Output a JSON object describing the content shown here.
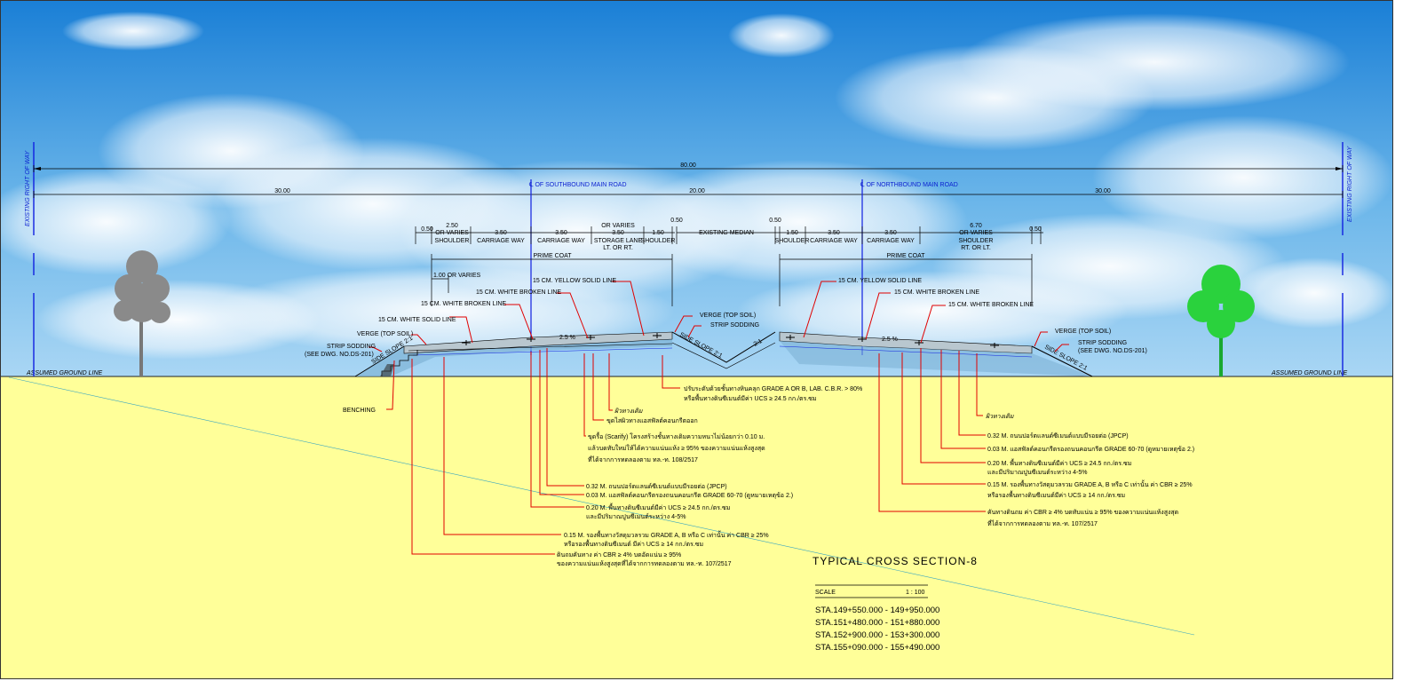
{
  "row_labels": {
    "right_of_way_left": "EXISTING RIGHT OF WAY",
    "right_of_way_right": "EXISTING RIGHT OF WAY",
    "total_width": "80.00",
    "left_width": "30.00",
    "median_width": "20.00",
    "right_width": "30.00",
    "southbound_cl": "℄ OF SOUTHBOUND MAIN ROAD",
    "northbound_cl": "℄ OF NORTHBOUND MAIN ROAD"
  },
  "lanes_left": {
    "d1": "0.50",
    "d2": "2.50",
    "d2b": "OR VARIES",
    "shoulder": "SHOULDER",
    "d3": "3.50",
    "cw1": "CARRIAGE WAY",
    "d4": "3.50",
    "cw2": "CARRIAGE WAY",
    "d5a": "OR VARIES",
    "d5": "3.50",
    "storage": "STORAGE LANE",
    "storage2": "LT. OR RT.",
    "d6": "1.50",
    "shoulder2": "SHOULDER",
    "d7": "0.50",
    "prime_coat": "PRIME COAT",
    "varies": "1.00 OR VARIES"
  },
  "median": {
    "label": "EXISTING MEDIAN",
    "d1": "0.50"
  },
  "lanes_right": {
    "d1": "1.50",
    "shoulder": "SHOULDER",
    "d2": "3.50",
    "cw1": "CARRIAGE WAY",
    "d3": "3.50",
    "cw2": "CARRIAGE WAY",
    "d4": "6.70",
    "d4b": "OR VARIES",
    "shoulder2": "SHOULDER",
    "shoulder2b": "RT. OR LT.",
    "d5": "0.50",
    "prime_coat": "PRIME COAT"
  },
  "callouts": {
    "yellow_left": "15 CM. YELLOW SOLID LINE",
    "white_broken_left1": "15 CM. WHITE BROKEN LINE",
    "white_broken_left2": "15 CM. WHITE BROKEN LINE",
    "white_solid_left": "15 CM. WHITE SOLID LINE",
    "verge_left": "VERGE (TOP SOIL)",
    "strip_left": "STRIP SODDING",
    "strip_left_ref": "(SEE DWG. NO.DS-201)",
    "verge_med": "VERGE (TOP SOIL)",
    "strip_med": "STRIP SODDING",
    "yellow_right": "15 CM. YELLOW SOLID LINE",
    "white_broken_right1": "15 CM. WHITE BROKEN LINE",
    "white_broken_right2": "15 CM. WHITE BROKEN LINE",
    "verge_right": "VERGE (TOP SOIL)",
    "strip_right": "STRIP SODDING",
    "strip_right_ref": "(SEE DWG. NO.DS-201)",
    "side_slope": "SIDE SLOPE 2:1",
    "ratio": "2:1",
    "cross_slope": "2.5 %",
    "benching": "BENCHING",
    "ground_left": "ASSUMED GROUND LINE",
    "ground_right": "ASSUMED GROUND LINE"
  },
  "notes_left": {
    "n1a": "ปรับระดับด้วยชั้นทางหินคลุก GRADE A OR B, LAB. C.B.R. > 80%",
    "n1b": "หรือพื้นทางดินซีเมนต์มีค่า UCS ≥ 24.5 กก./ตร.ซม",
    "n2": "ผิวทางเดิม",
    "n3": "ขุดไสผิวทางแอสฟัลต์คอนกรีตออก",
    "n4a": "ขุดรื้อ (Scarify) โครงสร้างชั้นทางเดิมความหนาไม่น้อยกว่า 0.10 ม.",
    "n4b": "แล้วบดทับใหม่ให้ได้ความแน่นแห้ง ≥ 95% ของความแน่นแห้งสูงสุด",
    "n4c": "ที่ได้จากการทดลองตาม ทล.-ท. 108/2517",
    "n5": "0.32 M. ถนนปอร์ตแลนด์ซีเมนต์แบบมีรอยต่อ (JPCP)",
    "n6": "0.03 M. แอสฟัลต์คอนกรีตรองถนนคอนกรีต GRADE 60-70 (ดูหมายเหตุข้อ 2.)",
    "n7a": "0.20 M. พื้นทางดินซีเมนต์มีค่า UCS ≥ 24.5 กก./ตร.ซม",
    "n7b": "และมีปริมาณปูนซีเมนต์ระหว่าง 4-5%",
    "n8a": "0.15 M. รองพื้นทางวัสดุมวลรวม GRADE A, B หรือ C เท่านั้น ค่า CBR ≥ 25%",
    "n8b": "หรือรองพื้นทางดินซีเมนต์ มีค่า UCS ≥ 14 กก./ตร.ซม",
    "n9a": "ดินถมคันทาง ค่า CBR ≥ 4% บดอัดแน่น ≥ 95%",
    "n9b": "ของความแน่นแห้งสูงสุดที่ได้จากการทดลองตาม ทล.-ท. 107/2517"
  },
  "notes_right": {
    "n1": "ผิวทางเดิม",
    "n2": "0.32 M. ถนนปอร์ตแลนด์ซีเมนต์แบบมีรอยต่อ (JPCP)",
    "n3": "0.03 M. แอสฟัลต์คอนกรีตรองถนนคอนกรีต GRADE 60-70 (ดูหมายเหตุข้อ 2.)",
    "n4a": "0.20 M. พื้นทางดินซีเมนต์มีค่า UCS ≥ 24.5 กก./ตร.ซม",
    "n4b": "และมีปริมาณปูนซีเมนต์ระหว่าง 4-5%",
    "n5a": "0.15 M. รองพื้นทางวัสดุมวลรวม GRADE A, B หรือ C เท่านั้น ค่า CBR ≥ 25%",
    "n5b": "หรือรองพื้นทางดินซีเมนต์มีค่า UCS ≥ 14 กก./ตร.ซม",
    "n6a": "คันทางดินถม ค่า CBR ≥ 4% บดทับแน่น ≥ 95% ของความแน่นแห้งสูงสุด",
    "n6b": "ที่ได้จากการทดลองตาม ทล.-ท. 107/2517"
  },
  "title_block": {
    "title": "TYPICAL CROSS SECTION-8",
    "scale_label": "SCALE",
    "scale_value": "1 : 100",
    "sta": [
      "STA.149+550.000  -  149+950.000",
      "STA.151+480.000  -  151+880.000",
      "STA.152+900.000  -  153+300.000",
      "STA.155+090.000  -  155+490.000"
    ]
  },
  "colors": {
    "sky_top": "#1f86d8",
    "sky_bottom": "#9fd0f2",
    "ground": "#ffff99",
    "leader": "#e00000",
    "blue_line": "#1020e0",
    "tree_left": "#8a8a8a",
    "tree_right": "#22cc33"
  }
}
